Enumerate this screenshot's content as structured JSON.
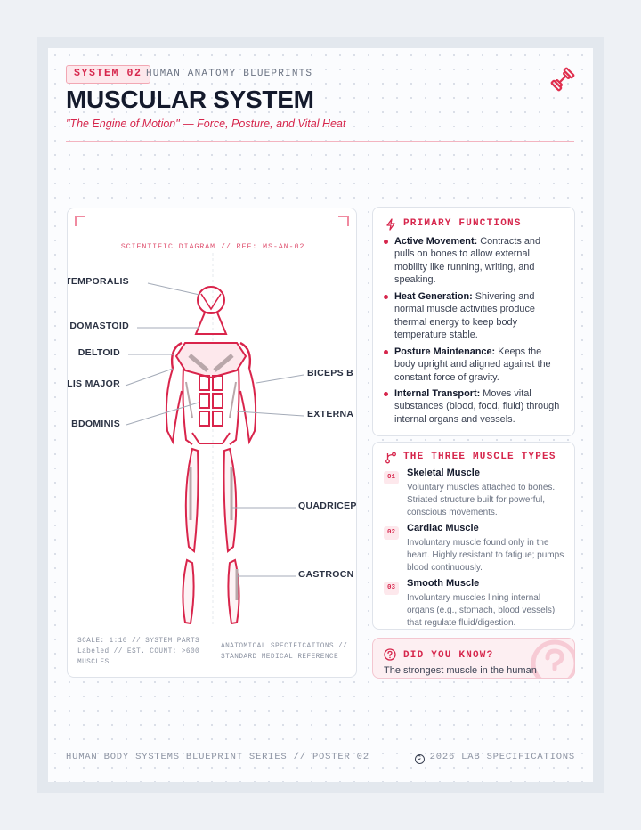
{
  "header": {
    "badge": "SYSTEM 02",
    "series": "HUMAN ANATOMY BLUEPRINTS",
    "title": "MUSCULAR SYSTEM",
    "subtitle": "\"The Engine of Motion\" — Force, Posture, and Vital Heat",
    "icon": "dumbbell-icon"
  },
  "diagram": {
    "ref": "SCIENTIFIC DIAGRAM // REF: MS-AN-02",
    "labels_left": [
      "TEMPORALIS",
      "DOMASTOID",
      "DELTOID",
      "LIS MAJOR",
      "BDOMINIS"
    ],
    "labels_right": [
      "BICEPS B",
      "EXTERNA",
      "QUADRICEP",
      "GASTROCN"
    ],
    "footer_left_1": "SCALE: 1:10 // SYSTEM PARTS",
    "footer_left_2": "Labeled // EST. COUNT: >600",
    "footer_left_3": "MUSCLES",
    "footer_right_1": "ANATOMICAL SPECIFICATIONS //",
    "footer_right_2": "STANDARD MEDICAL REFERENCE"
  },
  "functions": {
    "heading": "PRIMARY FUNCTIONS",
    "icon": "lightning-icon",
    "items": [
      {
        "term": "Active Movement:",
        "text": " Contracts and pulls on bones to allow external mobility like running, writing, and speaking."
      },
      {
        "term": "Heat Generation:",
        "text": " Shivering and normal muscle activities produce thermal energy to keep body temperature stable."
      },
      {
        "term": "Posture Maintenance:",
        "text": " Keeps the body upright and aligned against the constant force of gravity."
      },
      {
        "term": "Internal Transport:",
        "text": " Moves vital substances (blood, food, fluid) through internal organs and vessels."
      }
    ]
  },
  "types": {
    "heading": "THE THREE MUSCLE TYPES",
    "icon": "branch-icon",
    "items": [
      {
        "num": "01",
        "name": "Skeletal Muscle",
        "desc": "Voluntary muscles attached to bones. Striated structure built for powerful, conscious movements."
      },
      {
        "num": "02",
        "name": "Cardiac Muscle",
        "desc": "Involuntary muscle found only in the heart. Highly resistant to fatigue; pumps blood continuously."
      },
      {
        "num": "03",
        "name": "Smooth Muscle",
        "desc": "Involuntary muscles lining internal organs (e.g., stomach, blood vessels) that regulate fluid/digestion."
      }
    ]
  },
  "did_you_know": {
    "heading": "DID YOU KNOW?",
    "icon": "question-icon",
    "text": "The strongest muscle in the human"
  },
  "footer": {
    "left": "HUMAN BODY SYSTEMS BLUEPRINT SERIES // POSTER 02",
    "right": "2026 LAB SPECIFICATIONS",
    "copyright_symbol": "C"
  },
  "colors": {
    "accent": "#d6264c",
    "accent_light": "#fde8ec",
    "ink": "#141a2c",
    "muted": "#8c93a2"
  }
}
